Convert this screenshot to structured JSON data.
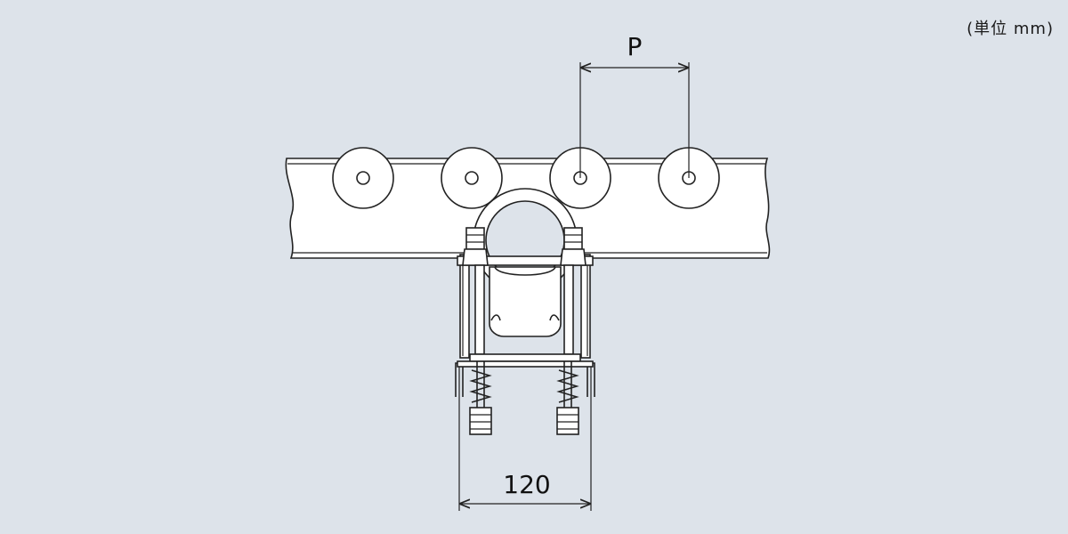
{
  "unit_label": "(単位 mm)",
  "dimensions": {
    "pitch_label": "P",
    "width_label": "120"
  },
  "colors": {
    "background": "#dde3ea",
    "line": "#222222"
  }
}
